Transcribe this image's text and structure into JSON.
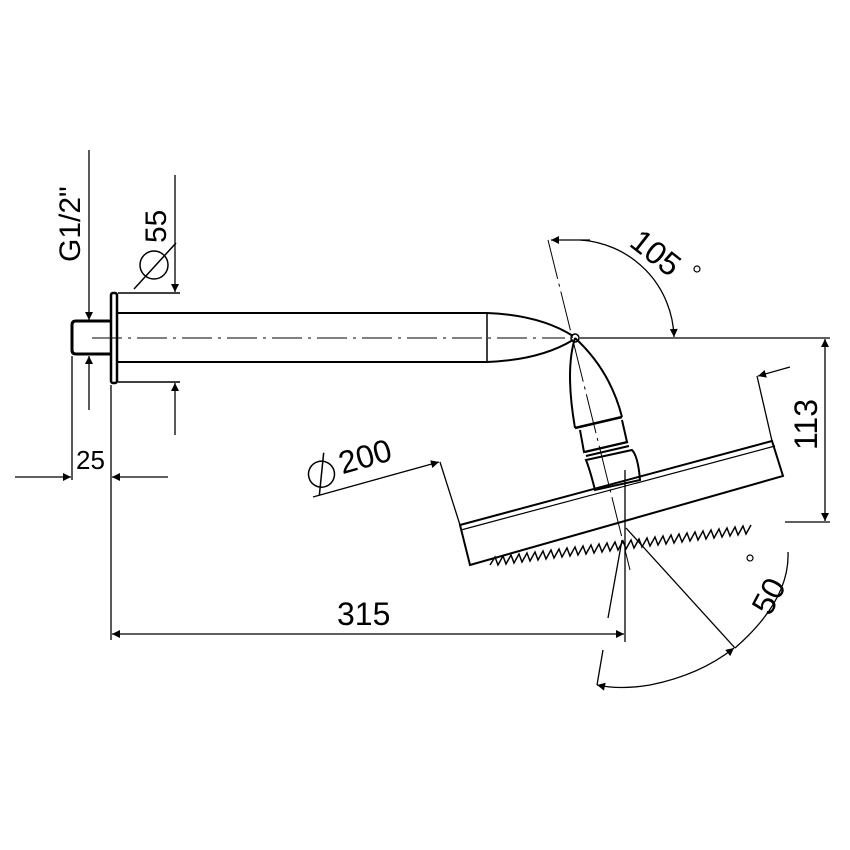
{
  "drawing": {
    "title": "Wall-mounted shower arm with rotating shower head - dimensional drawing",
    "stroke_color": "#000000",
    "background": "#ffffff"
  },
  "dimensions": {
    "thread": "G1/2\"",
    "flange_diameter_symbol": "⌀",
    "flange_diameter": "55",
    "flange_depth": "25",
    "head_diameter_symbol": "⌀",
    "head_diameter": "200",
    "arm_length": "315",
    "head_height": "113",
    "tilt_angle": "105",
    "tilt_angle_unit": "°",
    "spray_angle": "50",
    "spray_angle_unit": "°"
  }
}
